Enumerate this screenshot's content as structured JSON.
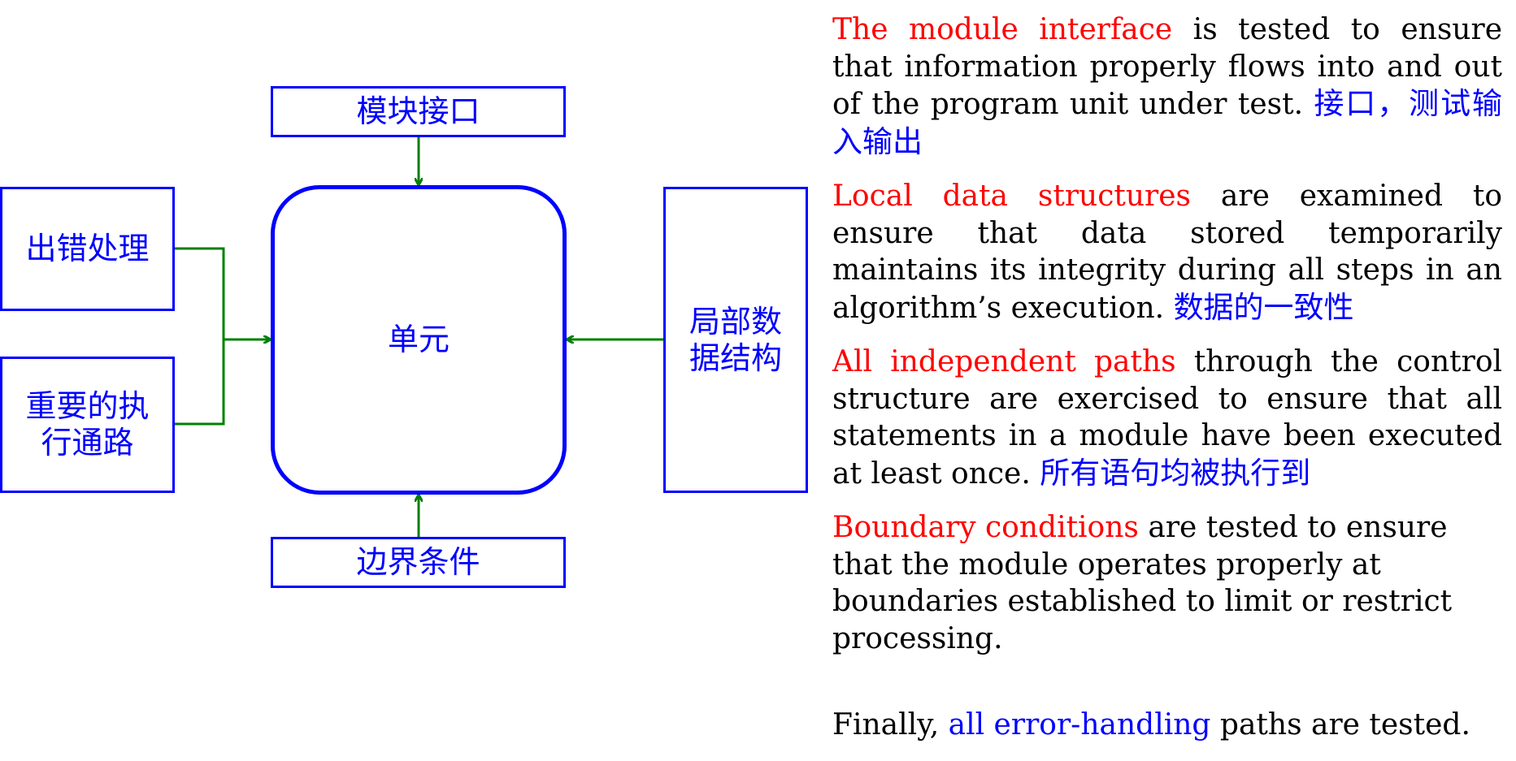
{
  "diagram": {
    "center": "单元",
    "top": "模块接口",
    "bottom": "边界条件",
    "left_upper": "出错处理",
    "left_lower": [
      "重要的执",
      "行通路"
    ],
    "right": [
      "局部数",
      "据结构"
    ],
    "colors": {
      "box": "#0000ff",
      "arrow": "#008000"
    }
  },
  "text": {
    "p1": {
      "highlight": "The module interface",
      "body": " is tested to ensure that information properly flows into and out of the program unit under test. ",
      "zh": "接口，测试输入输出"
    },
    "p2": {
      "highlight": "Local data structures",
      "body": " are examined to ensure that data stored temporarily maintains its integrity during all steps in an algorithm’s execution. ",
      "zh": "数据的一致性"
    },
    "p3": {
      "highlight": "All independent paths",
      "body": " through the control structure are exercised to ensure that all statements in a module have been executed at least once. ",
      "zh": "所有语句均被执行到"
    },
    "p4": {
      "highlight": "Boundary conditions",
      "body": " are tested to ensure that the module operates properly at boundaries established to limit or restrict processing."
    },
    "p5": {
      "prefix": "Finally, ",
      "highlight": "all error-handling",
      "suffix": " paths are tested."
    },
    "colors": {
      "highlight": "#ff0000",
      "zh": "#0000ff",
      "final_highlight": "#0000ff"
    }
  }
}
